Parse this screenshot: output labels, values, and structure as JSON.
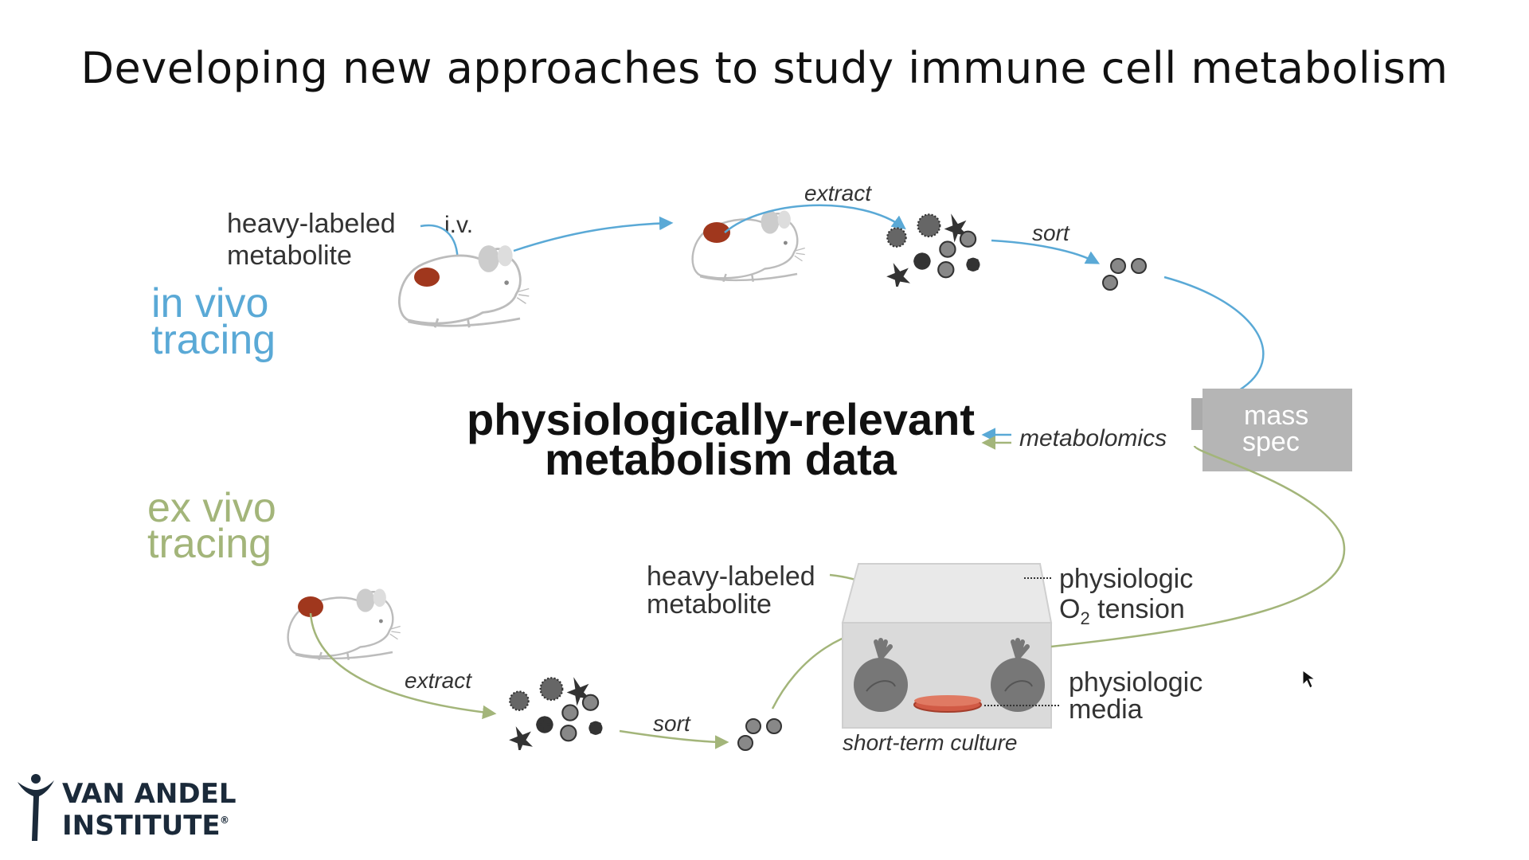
{
  "slide": {
    "title": "Developing new approaches to study immune cell metabolism"
  },
  "in_vivo": {
    "heading_line1": "in vivo",
    "heading_line2": "tracing",
    "color": "#5aa9d6",
    "label_metabolite_line1": "heavy-labeled",
    "label_metabolite_line2": "metabolite",
    "label_iv": "i.v.",
    "label_extract": "extract",
    "label_sort": "sort"
  },
  "center": {
    "line1": "physiologically-relevant",
    "line2": "metabolism data",
    "metabolomics": "metabolomics",
    "mass_spec_line1": "mass",
    "mass_spec_line2": "spec"
  },
  "ex_vivo": {
    "heading_line1": "ex vivo",
    "heading_line2": "tracing",
    "color": "#a3b57a",
    "label_extract": "extract",
    "label_sort": "sort",
    "label_metabolite_line1": "heavy-labeled",
    "label_metabolite_line2": "metabolite",
    "label_o2_line1": "physiologic",
    "label_o2_line2_pre": "O",
    "label_o2_line2_sub": "2",
    "label_o2_line2_post": " tension",
    "label_media_line1": "physiologic",
    "label_media_line2": "media",
    "label_culture": "short-term culture"
  },
  "logo": {
    "line1": "VAN ANDEL",
    "line2": "INSTITUTE",
    "mark": "®",
    "color": "#1b2a3a"
  }
}
